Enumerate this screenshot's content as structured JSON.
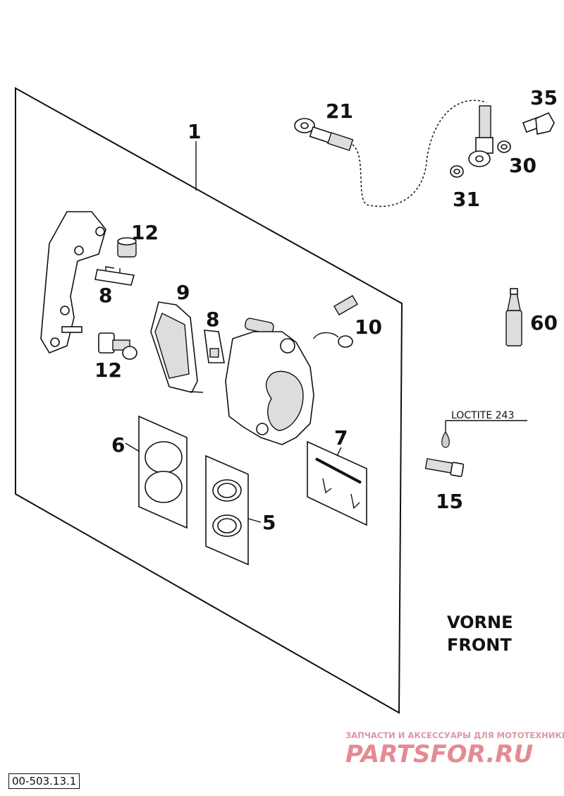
{
  "callouts": {
    "c1": "1",
    "c21": "21",
    "c35": "35",
    "c30": "30",
    "c31": "31",
    "c12a": "12",
    "c8a": "8",
    "c9": "9",
    "c8b": "8",
    "c10": "10",
    "c60": "60",
    "c12b": "12",
    "c7": "7",
    "c6": "6",
    "c5": "5",
    "c15": "15"
  },
  "note": {
    "loctite": "LOCTITE 243"
  },
  "direction": {
    "line1": "VORNE",
    "line2": "FRONT"
  },
  "watermark": {
    "tagline": "ЗАПЧАСТИ И АКСЕССУАРЫ ДЛЯ МОТОТЕХНИКИ",
    "logo": "PARTSFOR.RU"
  },
  "drawing_code": "00-503.13.1",
  "colors": {
    "ink": "#111111",
    "watermark": "#e58a93"
  }
}
